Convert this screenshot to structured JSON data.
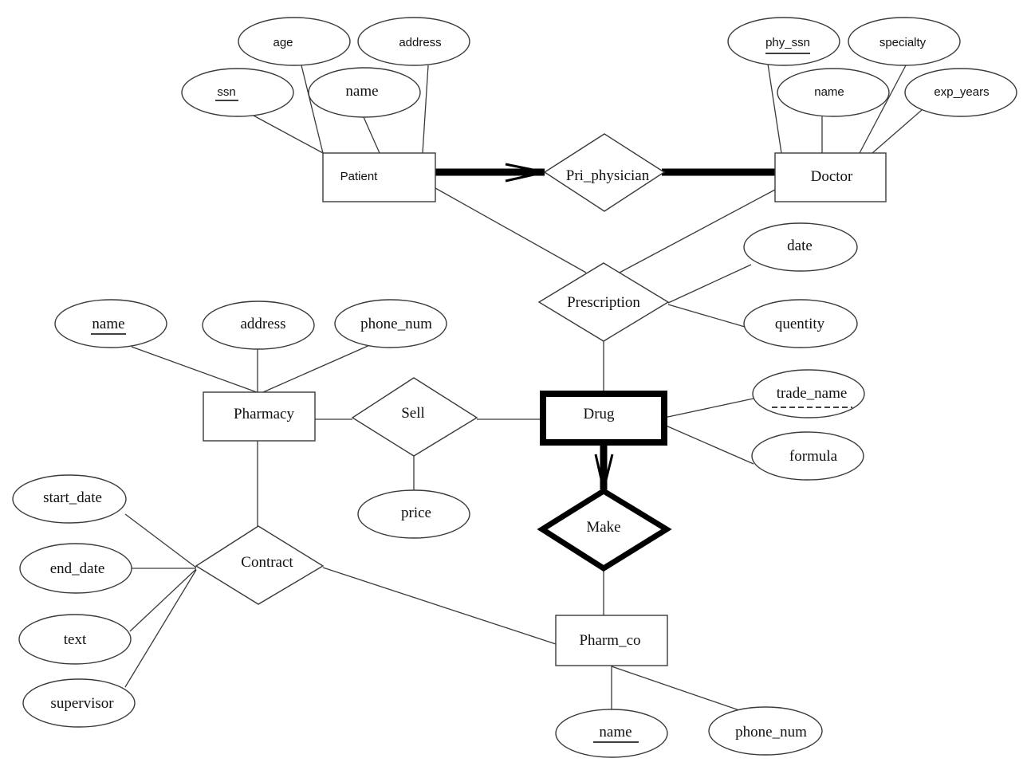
{
  "entities": {
    "patient": "Patient",
    "doctor": "Doctor",
    "pharmacy": "Pharmacy",
    "drug": "Drug",
    "pharm_co": "Pharm_co"
  },
  "relationships": {
    "pri_physician": "Pri_physician",
    "prescription": "Prescription",
    "sell": "Sell",
    "make": "Make",
    "contract": "Contract"
  },
  "attributes": {
    "patient_age": "age",
    "patient_address": "address",
    "patient_ssn": "ssn",
    "patient_name": "name",
    "doctor_phy_ssn": "phy_ssn",
    "doctor_specialty": "specialty",
    "doctor_name": "name",
    "doctor_exp_years": "exp_years",
    "prescription_date": "date",
    "prescription_quantity": "quentity",
    "pharmacy_name": "name",
    "pharmacy_address": "address",
    "pharmacy_phone_num": "phone_num",
    "drug_trade_name": "trade_name",
    "drug_formula": "formula",
    "sell_price": "price",
    "contract_start_date": "start_date",
    "contract_end_date": "end_date",
    "contract_text": "text",
    "contract_supervisor": "supervisor",
    "pharm_co_name": "name",
    "pharm_co_phone_num": "phone_num"
  }
}
